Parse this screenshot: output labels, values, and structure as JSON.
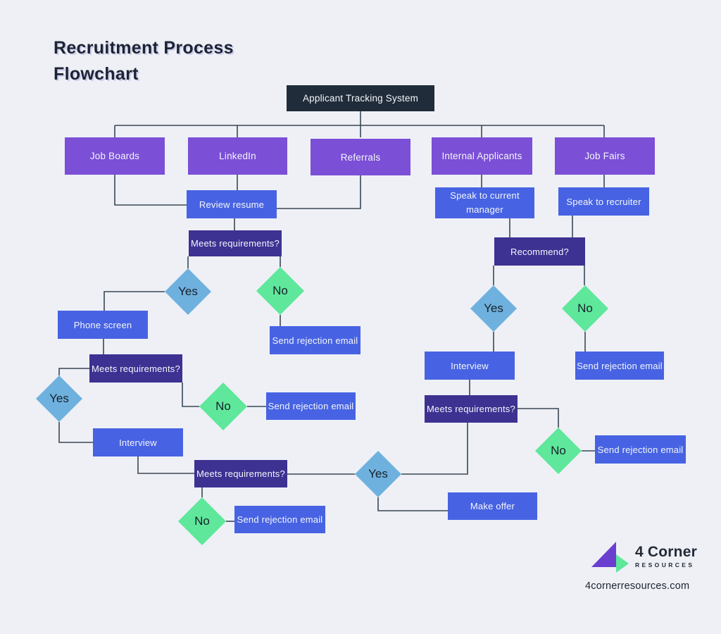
{
  "title": {
    "line1": "Recruitment Process",
    "line2": "Flowchart"
  },
  "nodes": {
    "ats": {
      "label": "Applicant Tracking System"
    },
    "job_boards": {
      "label": "Job Boards"
    },
    "linkedin": {
      "label": "LinkedIn"
    },
    "referrals": {
      "label": "Referrals"
    },
    "internal_applicants": {
      "label": "Internal Applicants"
    },
    "job_fairs": {
      "label": "Job Fairs"
    },
    "review_resume": {
      "label": "Review resume"
    },
    "speak_manager": {
      "label": "Speak to current manager"
    },
    "speak_recruiter": {
      "label": "Speak to recruiter"
    },
    "meets_req_1": {
      "label": "Meets requirements?"
    },
    "meets_req_2": {
      "label": "Meets requirements?"
    },
    "meets_req_3": {
      "label": "Meets requirements?"
    },
    "meets_req_4": {
      "label": "Meets requirements?"
    },
    "recommend": {
      "label": "Recommend?"
    },
    "phone_screen": {
      "label": "Phone screen"
    },
    "interview_1": {
      "label": "Interview"
    },
    "interview_2": {
      "label": "Interview"
    },
    "make_offer": {
      "label": "Make offer"
    },
    "send_rejection_1": {
      "label": "Send rejection email"
    },
    "send_rejection_2": {
      "label": "Send rejection email"
    },
    "send_rejection_3": {
      "label": "Send rejection email"
    },
    "send_rejection_4": {
      "label": "Send rejection email"
    },
    "send_rejection_5": {
      "label": "Send rejection email"
    },
    "yes_1": {
      "label": "Yes"
    },
    "yes_2": {
      "label": "Yes"
    },
    "yes_3": {
      "label": "Yes"
    },
    "yes_4": {
      "label": "Yes"
    },
    "no_1": {
      "label": "No"
    },
    "no_2": {
      "label": "No"
    },
    "no_3": {
      "label": "No"
    },
    "no_4": {
      "label": "No"
    },
    "no_5": {
      "label": "No"
    }
  },
  "logo": {
    "brand": "4 Corner",
    "tagline": "RESOURCES",
    "website": "4cornerresources.com"
  },
  "colors": {
    "background": "#eef0f6",
    "root_box": "#202c3a",
    "source_box": "#7b4fd6",
    "action_box": "#4763e3",
    "decision_box": "#3d3192",
    "yes_diamond": "#6fb1de",
    "no_diamond": "#5fe79b",
    "connector": "#3a4754",
    "logo_purple": "#6a3fd0",
    "logo_green": "#5fe79b"
  }
}
